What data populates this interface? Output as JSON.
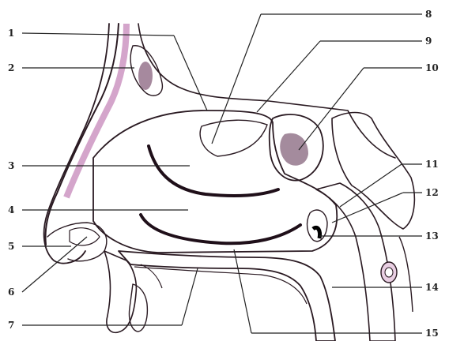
{
  "diagram": {
    "colors": {
      "mucosa": "#c98fbe",
      "mucosa_light": "#e4bfdc",
      "tissue_dark": "#6b3a5e",
      "outline": "#2a1a22",
      "label": "#222222"
    },
    "labels": [
      "1",
      "2",
      "3",
      "4",
      "5",
      "6",
      "7",
      "8",
      "9",
      "10",
      "11",
      "12",
      "13",
      "14",
      "15"
    ]
  }
}
